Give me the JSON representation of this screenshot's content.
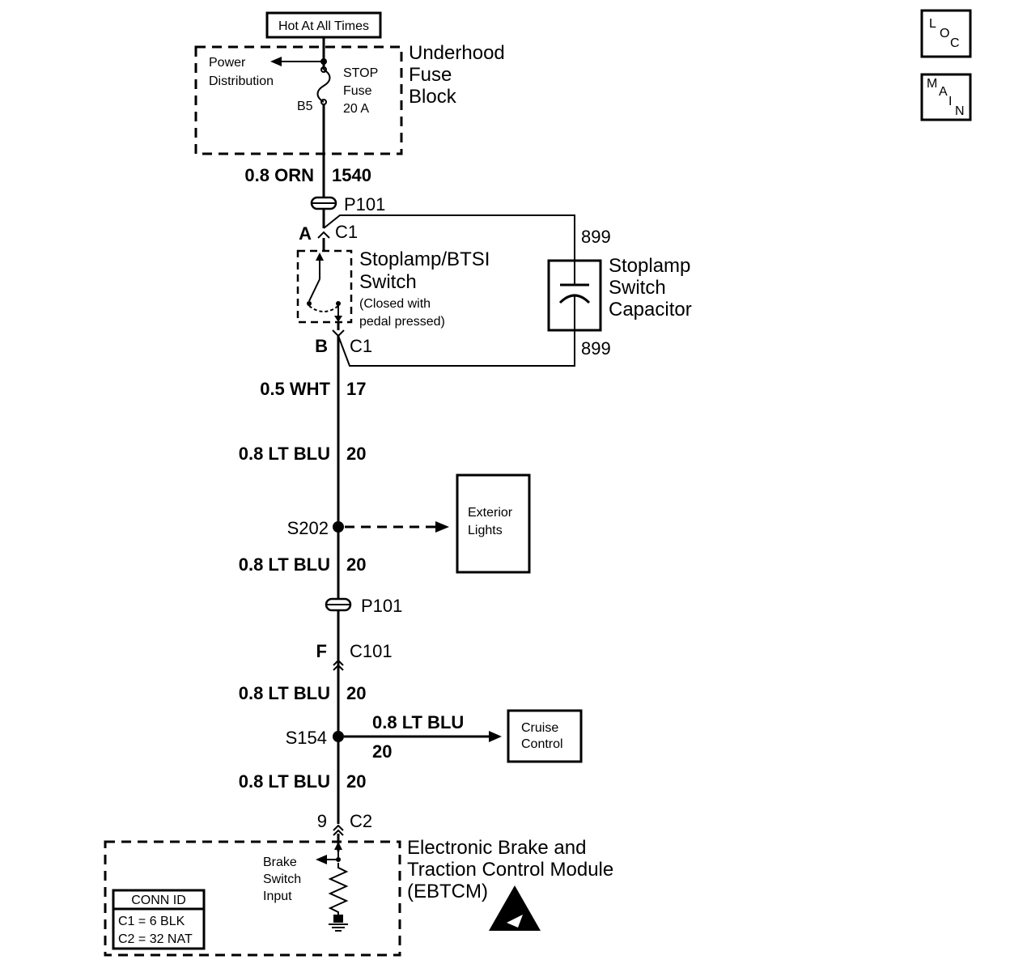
{
  "power": {
    "hot_label": "Hot At All Times",
    "fuse_block_title": [
      "Underhood",
      "Fuse",
      "Block"
    ],
    "power_distribution": [
      "Power",
      "Distribution"
    ],
    "fuse_name": [
      "STOP",
      "Fuse",
      "20 A"
    ],
    "fuse_terminal": "B5"
  },
  "wires": {
    "w1_gauge": "0.8 ORN",
    "w1_circuit": "1540",
    "p101_top": "P101",
    "a_pin": "A",
    "c1_top": "C1",
    "b_pin": "B",
    "c1_bottom": "C1",
    "cap_circuit_top": "899",
    "cap_circuit_bottom": "899",
    "w2_gauge": "0.5 WHT",
    "w2_circuit": "17",
    "w3_gauge": "0.8 LT BLU",
    "w3_circuit": "20",
    "s202": "S202",
    "w4_gauge": "0.8 LT BLU",
    "w4_circuit": "20",
    "p101_bottom": "P101",
    "f_pin": "F",
    "c101": "C101",
    "w5_gauge": "0.8 LT BLU",
    "w5_circuit": "20",
    "s154": "S154",
    "cruise_gauge": "0.8 LT BLU",
    "cruise_circuit": "20",
    "w6_gauge": "0.8 LT BLU",
    "w6_circuit": "20",
    "pin9": "9",
    "c2": "C2"
  },
  "switch": {
    "title": [
      "Stoplamp/BTSI",
      "Switch"
    ],
    "note": [
      "(Closed with",
      "pedal pressed)"
    ]
  },
  "capacitor": {
    "title": [
      "Stoplamp",
      "Switch",
      "Capacitor"
    ]
  },
  "exterior": {
    "label": [
      "Exterior",
      "Lights"
    ]
  },
  "cruise": {
    "label": [
      "Cruise",
      "Control"
    ]
  },
  "ebtcm": {
    "title": [
      "Electronic Brake and",
      "Traction Control Module",
      "(EBTCM)"
    ],
    "input": [
      "Brake",
      "Switch",
      "Input"
    ],
    "conn_header": "CONN ID",
    "conn_rows": [
      "C1 = 6 BLK",
      "C2 = 32 NAT"
    ]
  },
  "nav": {
    "loc": [
      "L",
      "O",
      "C"
    ],
    "main": [
      "M",
      "A",
      "I",
      "N"
    ]
  }
}
